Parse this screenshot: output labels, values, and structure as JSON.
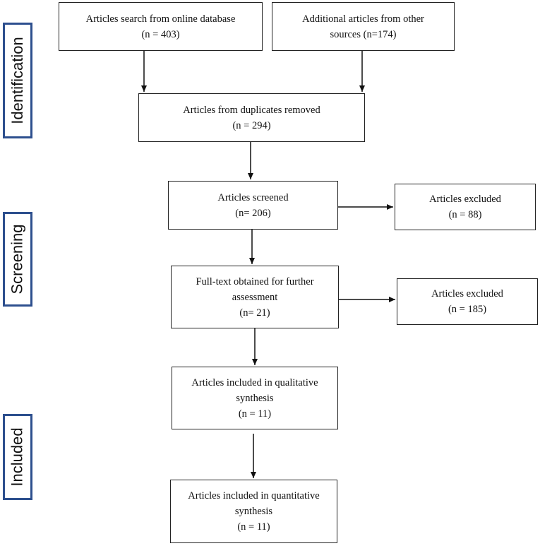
{
  "stages": {
    "identification": "Identification",
    "screening": "Screening",
    "included": "Included"
  },
  "boxes": {
    "db_search": {
      "line1": "Articles search from online database",
      "line2": "(n = 403)"
    },
    "other_sources": {
      "line1": "Additional articles from other",
      "line2": "sources (n=174)"
    },
    "duplicates_removed": {
      "line1": "Articles from duplicates removed",
      "line2": "(n = 294)"
    },
    "screened": {
      "line1": "Articles screened",
      "line2": "(n= 206)"
    },
    "excluded_1": {
      "line1": "Articles excluded",
      "line2": "(n = 88)"
    },
    "fulltext": {
      "line1": "Full-text obtained for further",
      "line2": "assessment",
      "line3": "(n= 21)"
    },
    "excluded_2": {
      "line1": "Articles excluded",
      "line2": "(n = 185)"
    },
    "qualitative": {
      "line1": "Articles included in qualitative",
      "line2": "synthesis",
      "line3": "(n = 11)"
    },
    "quantitative": {
      "line1": "Articles included in quantitative",
      "line2": "synthesis",
      "line3": "(n = 11)"
    }
  }
}
